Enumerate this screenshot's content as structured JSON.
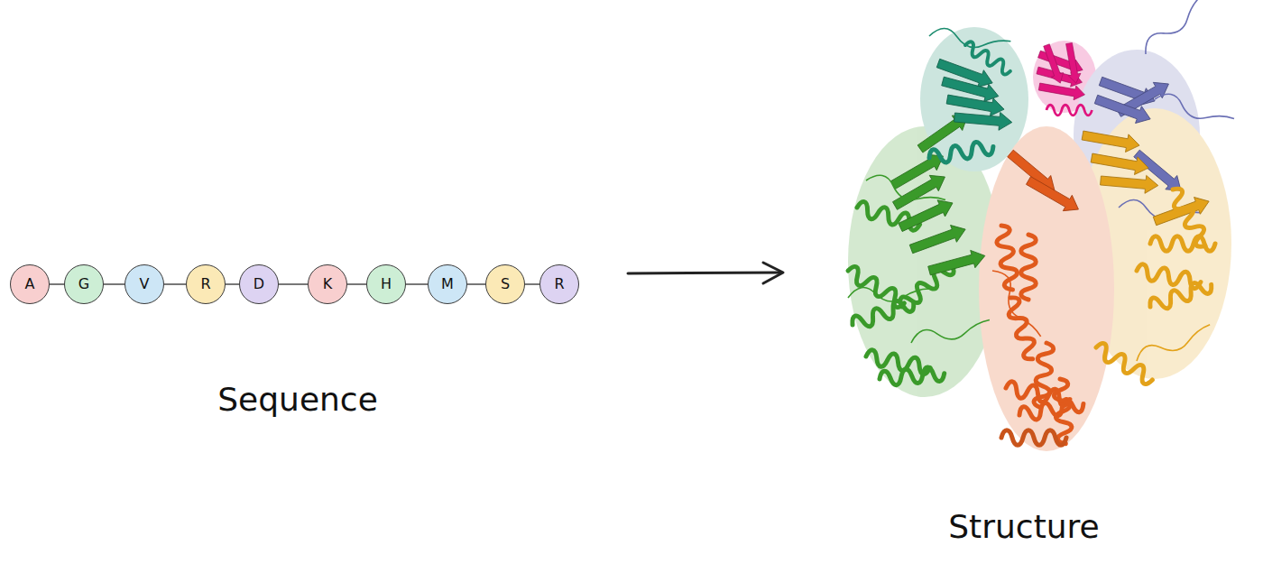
{
  "diagram": {
    "nodes": [
      {
        "text": [
          "A"
        ]
      },
      {
        "text": [
          "G"
        ]
      },
      {
        "text": [
          "V"
        ]
      },
      {
        "text": [
          "R"
        ]
      },
      {
        "text": [
          "D"
        ]
      },
      {
        "text": [
          "K"
        ]
      },
      {
        "text": [
          "H"
        ]
      },
      {
        "text": [
          "M"
        ]
      },
      {
        "text": [
          "S"
        ]
      },
      {
        "text": [
          "R"
        ]
      }
    ],
    "edges": [
      {
        "from": 0,
        "to": 1,
        "arrow": "none"
      },
      {
        "from": 1,
        "to": 2,
        "arrow": "none"
      },
      {
        "from": 2,
        "to": 3,
        "arrow": "none"
      },
      {
        "from": 3,
        "to": 4,
        "arrow": "none"
      },
      {
        "from": 4,
        "to": 5,
        "arrow": "none"
      },
      {
        "from": 5,
        "to": 6,
        "arrow": "none"
      },
      {
        "from": 6,
        "to": 7,
        "arrow": "none"
      },
      {
        "from": 7,
        "to": 8,
        "arrow": "none"
      },
      {
        "from": 8,
        "to": 9,
        "arrow": "none"
      }
    ],
    "labels": [
      "Sequence",
      "Structure"
    ]
  }
}
